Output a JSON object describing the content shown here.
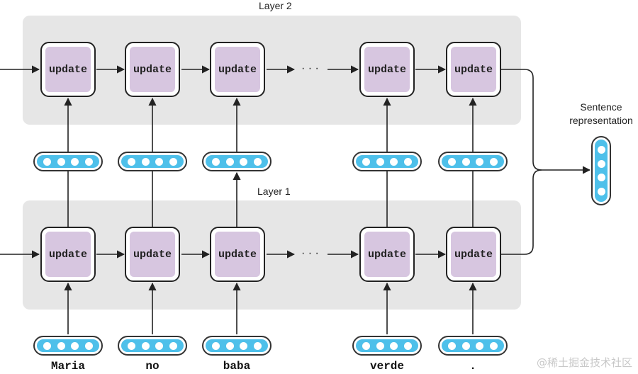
{
  "layers": [
    {
      "title": "Layer 2"
    },
    {
      "title": "Layer 1"
    }
  ],
  "cell_label": "update",
  "ellipsis": "· · ·",
  "words": [
    "Maria",
    "no",
    "baba",
    "verde",
    "."
  ],
  "output": {
    "line1": "Sentence",
    "line2": "representation"
  },
  "watermark": "@稀土掘金技术社区",
  "colors": {
    "cell_fill": "#d7c6e0",
    "vector_fill": "#4ec0ea",
    "panel": "#e6e6e6"
  }
}
